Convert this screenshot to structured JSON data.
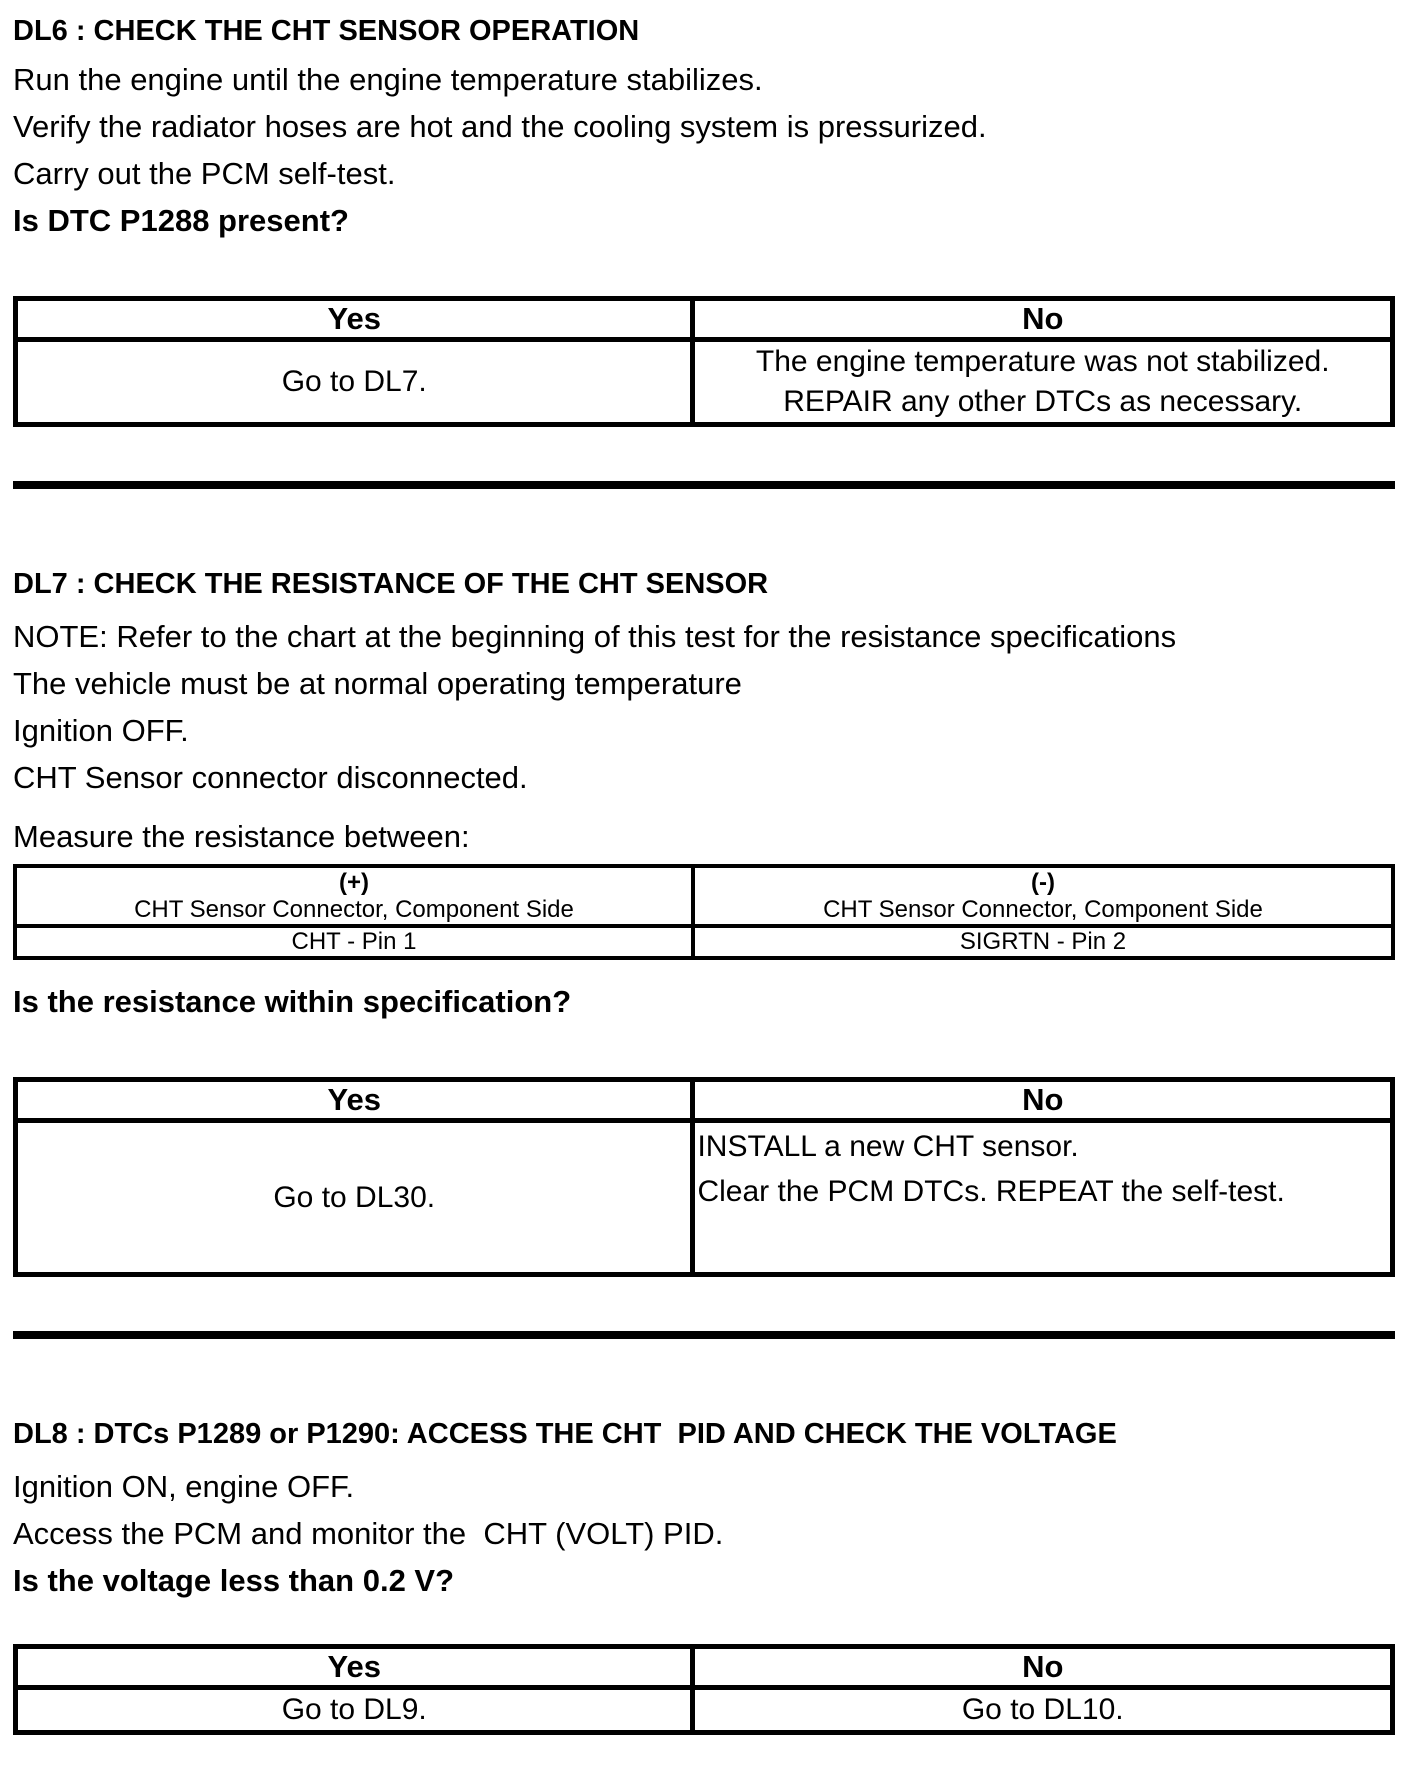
{
  "dl6": {
    "heading": "DL6 : CHECK THE CHT SENSOR OPERATION",
    "line1": "Run the engine until the engine temperature stabilizes.",
    "line2": "Verify the radiator hoses are hot and the cooling system is pressurized.",
    "line3": "Carry out the PCM self-test.",
    "question": "Is DTC P1288 present?",
    "table": {
      "yes_header": "Yes",
      "no_header": "No",
      "yes_action": "Go to DL7.",
      "no_action_line1": "The engine temperature was not stabilized.",
      "no_action_line2": "REPAIR any other DTCs as necessary."
    }
  },
  "dl7": {
    "heading": "DL7 : CHECK THE RESISTANCE OF THE CHT SENSOR",
    "note": "NOTE: Refer to the chart at the beginning of this test for the resistance specifications",
    "line1": "The vehicle must be at normal operating temperature",
    "line2": "Ignition OFF.",
    "line3": "CHT Sensor connector disconnected.",
    "measure_line": "Measure the resistance between:",
    "pin_table": {
      "positive_symbol": "(+)",
      "positive_label": "CHT Sensor Connector, Component Side",
      "negative_symbol": "(-)",
      "negative_label": "CHT Sensor Connector, Component Side",
      "positive_pin": "CHT - Pin 1",
      "negative_pin": "SIGRTN - Pin 2"
    },
    "question": "Is the resistance within specification?",
    "table": {
      "yes_header": "Yes",
      "no_header": "No",
      "yes_action": "Go to DL30.",
      "no_action_line1": "INSTALL a new CHT sensor.",
      "no_action_line2": "Clear the PCM DTCs. REPEAT the self-test."
    }
  },
  "dl8": {
    "heading": "DL8 : DTCs P1289 or P1290: ACCESS THE CHT  PID AND CHECK THE VOLTAGE",
    "line1": "Ignition ON, engine OFF.",
    "line2": "Access the PCM and monitor the  CHT (VOLT) PID.",
    "question": "Is the voltage less than 0.2 V?",
    "table": {
      "yes_header": "Yes",
      "no_header": "No",
      "yes_action": "Go to DL9.",
      "no_action": "Go to DL10."
    }
  }
}
